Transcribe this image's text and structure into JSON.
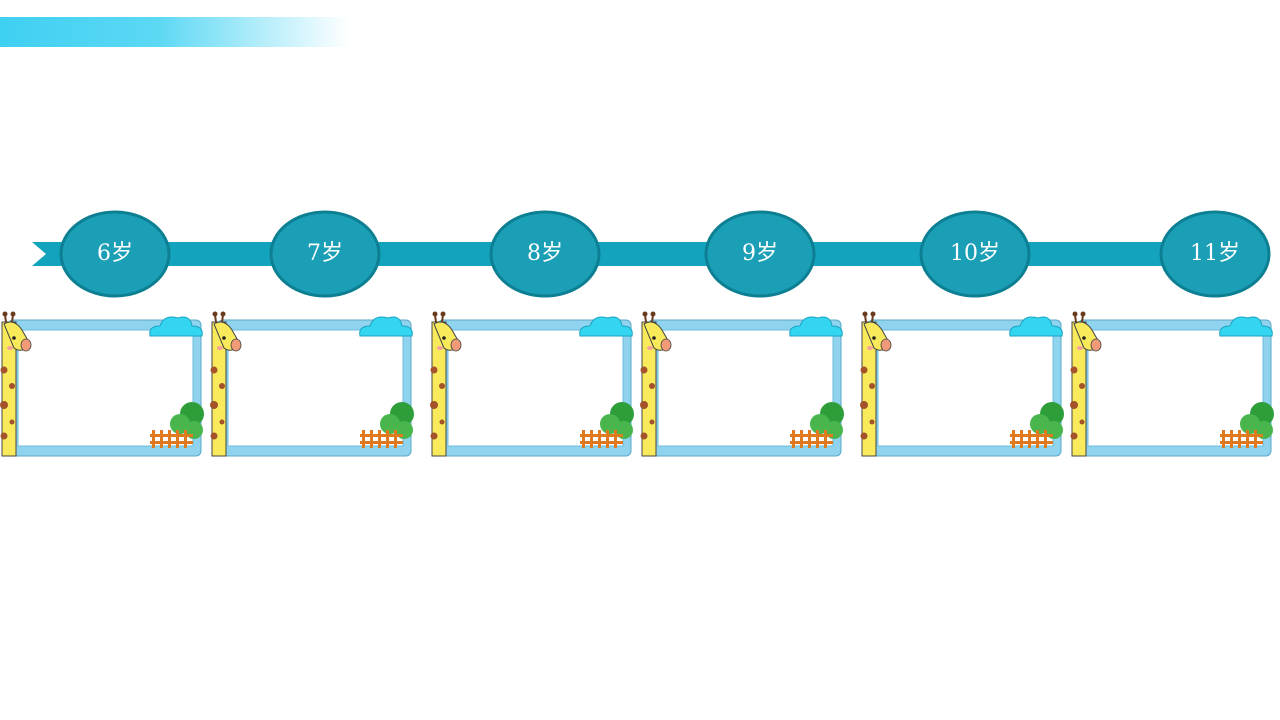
{
  "timeline": {
    "ages": [
      "6岁",
      "7岁",
      "8岁",
      "9岁",
      "10岁",
      "11岁"
    ]
  },
  "colors": {
    "ribbon": "#14a3bd",
    "node_fill": "#1a9fb7",
    "node_stroke": "#0d7f93",
    "frame_border": "#8fd3ee",
    "giraffe": "#f8ea5a",
    "giraffe_spots": "#a3522a",
    "cloud": "#34d5f0",
    "bush": "#2e9e3a",
    "fence": "#e07a1e"
  },
  "frames": [
    {
      "icon": "giraffe-icon"
    },
    {
      "icon": "giraffe-icon"
    },
    {
      "icon": "giraffe-icon"
    },
    {
      "icon": "giraffe-icon"
    },
    {
      "icon": "giraffe-icon"
    },
    {
      "icon": "giraffe-icon"
    }
  ]
}
